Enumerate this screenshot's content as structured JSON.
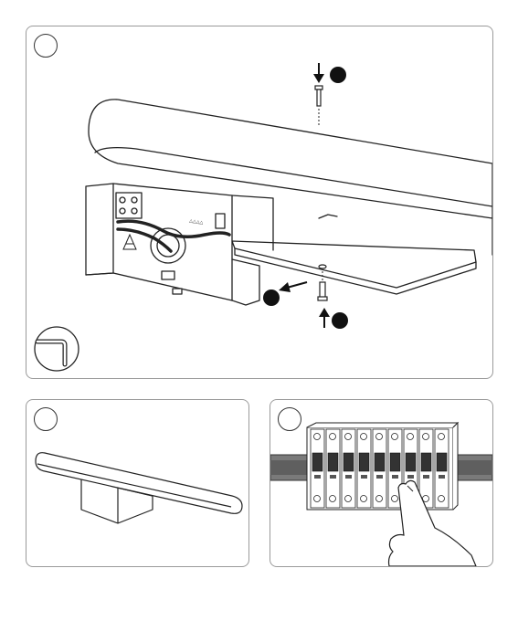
{
  "figure": {
    "panels": [
      {
        "id": "main",
        "step_badge": "",
        "callouts": 3
      },
      {
        "id": "left",
        "step_badge": ""
      },
      {
        "id": "right",
        "step_badge": ""
      }
    ],
    "icons": [
      "hex-key-icon",
      "recycle-icon",
      "arrow-down-icon",
      "arrow-up-icon",
      "arrow-left-icon",
      "hand-pointer-icon"
    ],
    "colors": {
      "line": "#222222",
      "din_rail": "#6e6e6e",
      "breaker_handle": "#333333",
      "badge_fill": "#111111"
    }
  }
}
